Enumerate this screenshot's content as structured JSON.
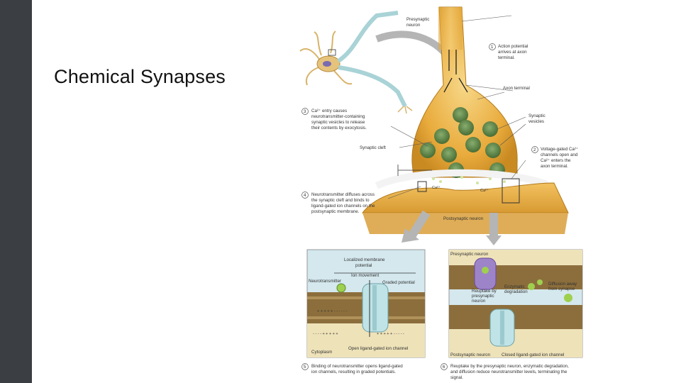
{
  "slide": {
    "title": "Chemical Synapses",
    "sidebar_color": "#3b3f44"
  },
  "figure": {
    "labels": {
      "presynaptic_neuron": [
        "Presynaptic",
        "neuron"
      ],
      "axon_terminal": "Axon terminal",
      "synaptic_vesicles": [
        "Synaptic",
        "vesicles"
      ],
      "synaptic_cleft": "Synaptic cleft",
      "ca_left": "Ca²⁺",
      "ca_right": "Ca²⁺",
      "postsynaptic_neuron": "Postsynaptic neuron",
      "localized_potential": [
        "Localized membrane",
        "potential"
      ],
      "ion_movement": "Ion movement",
      "neurotransmitter": "Neurotransmitter",
      "graded_potential": "Graded potential",
      "cytoplasm": "Cytoplasm",
      "open_channel": "Open ligand-gated ion channel",
      "presynaptic_neuron_2": "Presynaptic neuron",
      "enzymatic_degradation": [
        "Enzymatic",
        "degradation"
      ],
      "reuptake": [
        "Reuptake by",
        "presynaptic",
        "neuron"
      ],
      "diffusion_away": [
        "Diffusion away",
        "from synapse"
      ],
      "postsynaptic_neuron_2": "Postsynaptic neuron",
      "closed_channel": "Closed ligand-gated ion channel"
    },
    "steps": [
      {
        "num": "1",
        "lines": [
          "Action potential",
          "arrives at axon",
          "terminal."
        ]
      },
      {
        "num": "2",
        "lines": [
          "Voltage-gated Ca²⁺",
          "channels open and",
          "Ca²⁺ enters the",
          "axon terminal."
        ]
      },
      {
        "num": "3",
        "lines": [
          "Ca²⁺ entry causes",
          "neurotransmitter-containing",
          "synaptic vesicles to release",
          "their contents by exocytosis."
        ]
      },
      {
        "num": "4",
        "lines": [
          "Neurotransmitter diffuses across",
          "the synaptic cleft and binds to",
          "ligand-gated ion channels on the",
          "postsynaptic membrane."
        ]
      },
      {
        "num": "5",
        "lines": [
          "Binding of neurotransmitter opens ligand-gated",
          "ion channels, resulting in graded potentials."
        ]
      },
      {
        "num": "6",
        "lines": [
          "Reuptake by the presynaptic neuron, enzymatic degradation,",
          "and diffusion reduce neurotransmitter levels, terminating the",
          "signal."
        ]
      }
    ],
    "colors": {
      "terminal": "#e8a93a",
      "terminal_light": "#f5cf7a",
      "vesicle": "#5f8a4a",
      "membrane": "#8c6e3c",
      "fluid": "#cfe3ec",
      "channel": "#bfe3e6"
    }
  }
}
